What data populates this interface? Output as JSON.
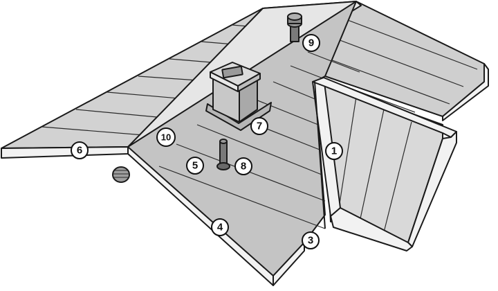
{
  "diagram": {
    "colors": {
      "roof_far": "#d2d2d2",
      "roof_near": "#c4c4c4",
      "roof_right": "#cfcfcf",
      "dormer_face": "#d9d9d9",
      "fascia": "#f2f2f2",
      "chimney": "#c8c8c8",
      "vent": "#7a7a7a",
      "outline": "#1a1a1a"
    },
    "callouts": [
      {
        "id": "1",
        "label": "1"
      },
      {
        "id": "3",
        "label": "3"
      },
      {
        "id": "4",
        "label": "4"
      },
      {
        "id": "5",
        "label": "5"
      },
      {
        "id": "6",
        "label": "6"
      },
      {
        "id": "7",
        "label": "7"
      },
      {
        "id": "8",
        "label": "8"
      },
      {
        "id": "9",
        "label": "9"
      },
      {
        "id": "10",
        "label": "10"
      }
    ]
  }
}
